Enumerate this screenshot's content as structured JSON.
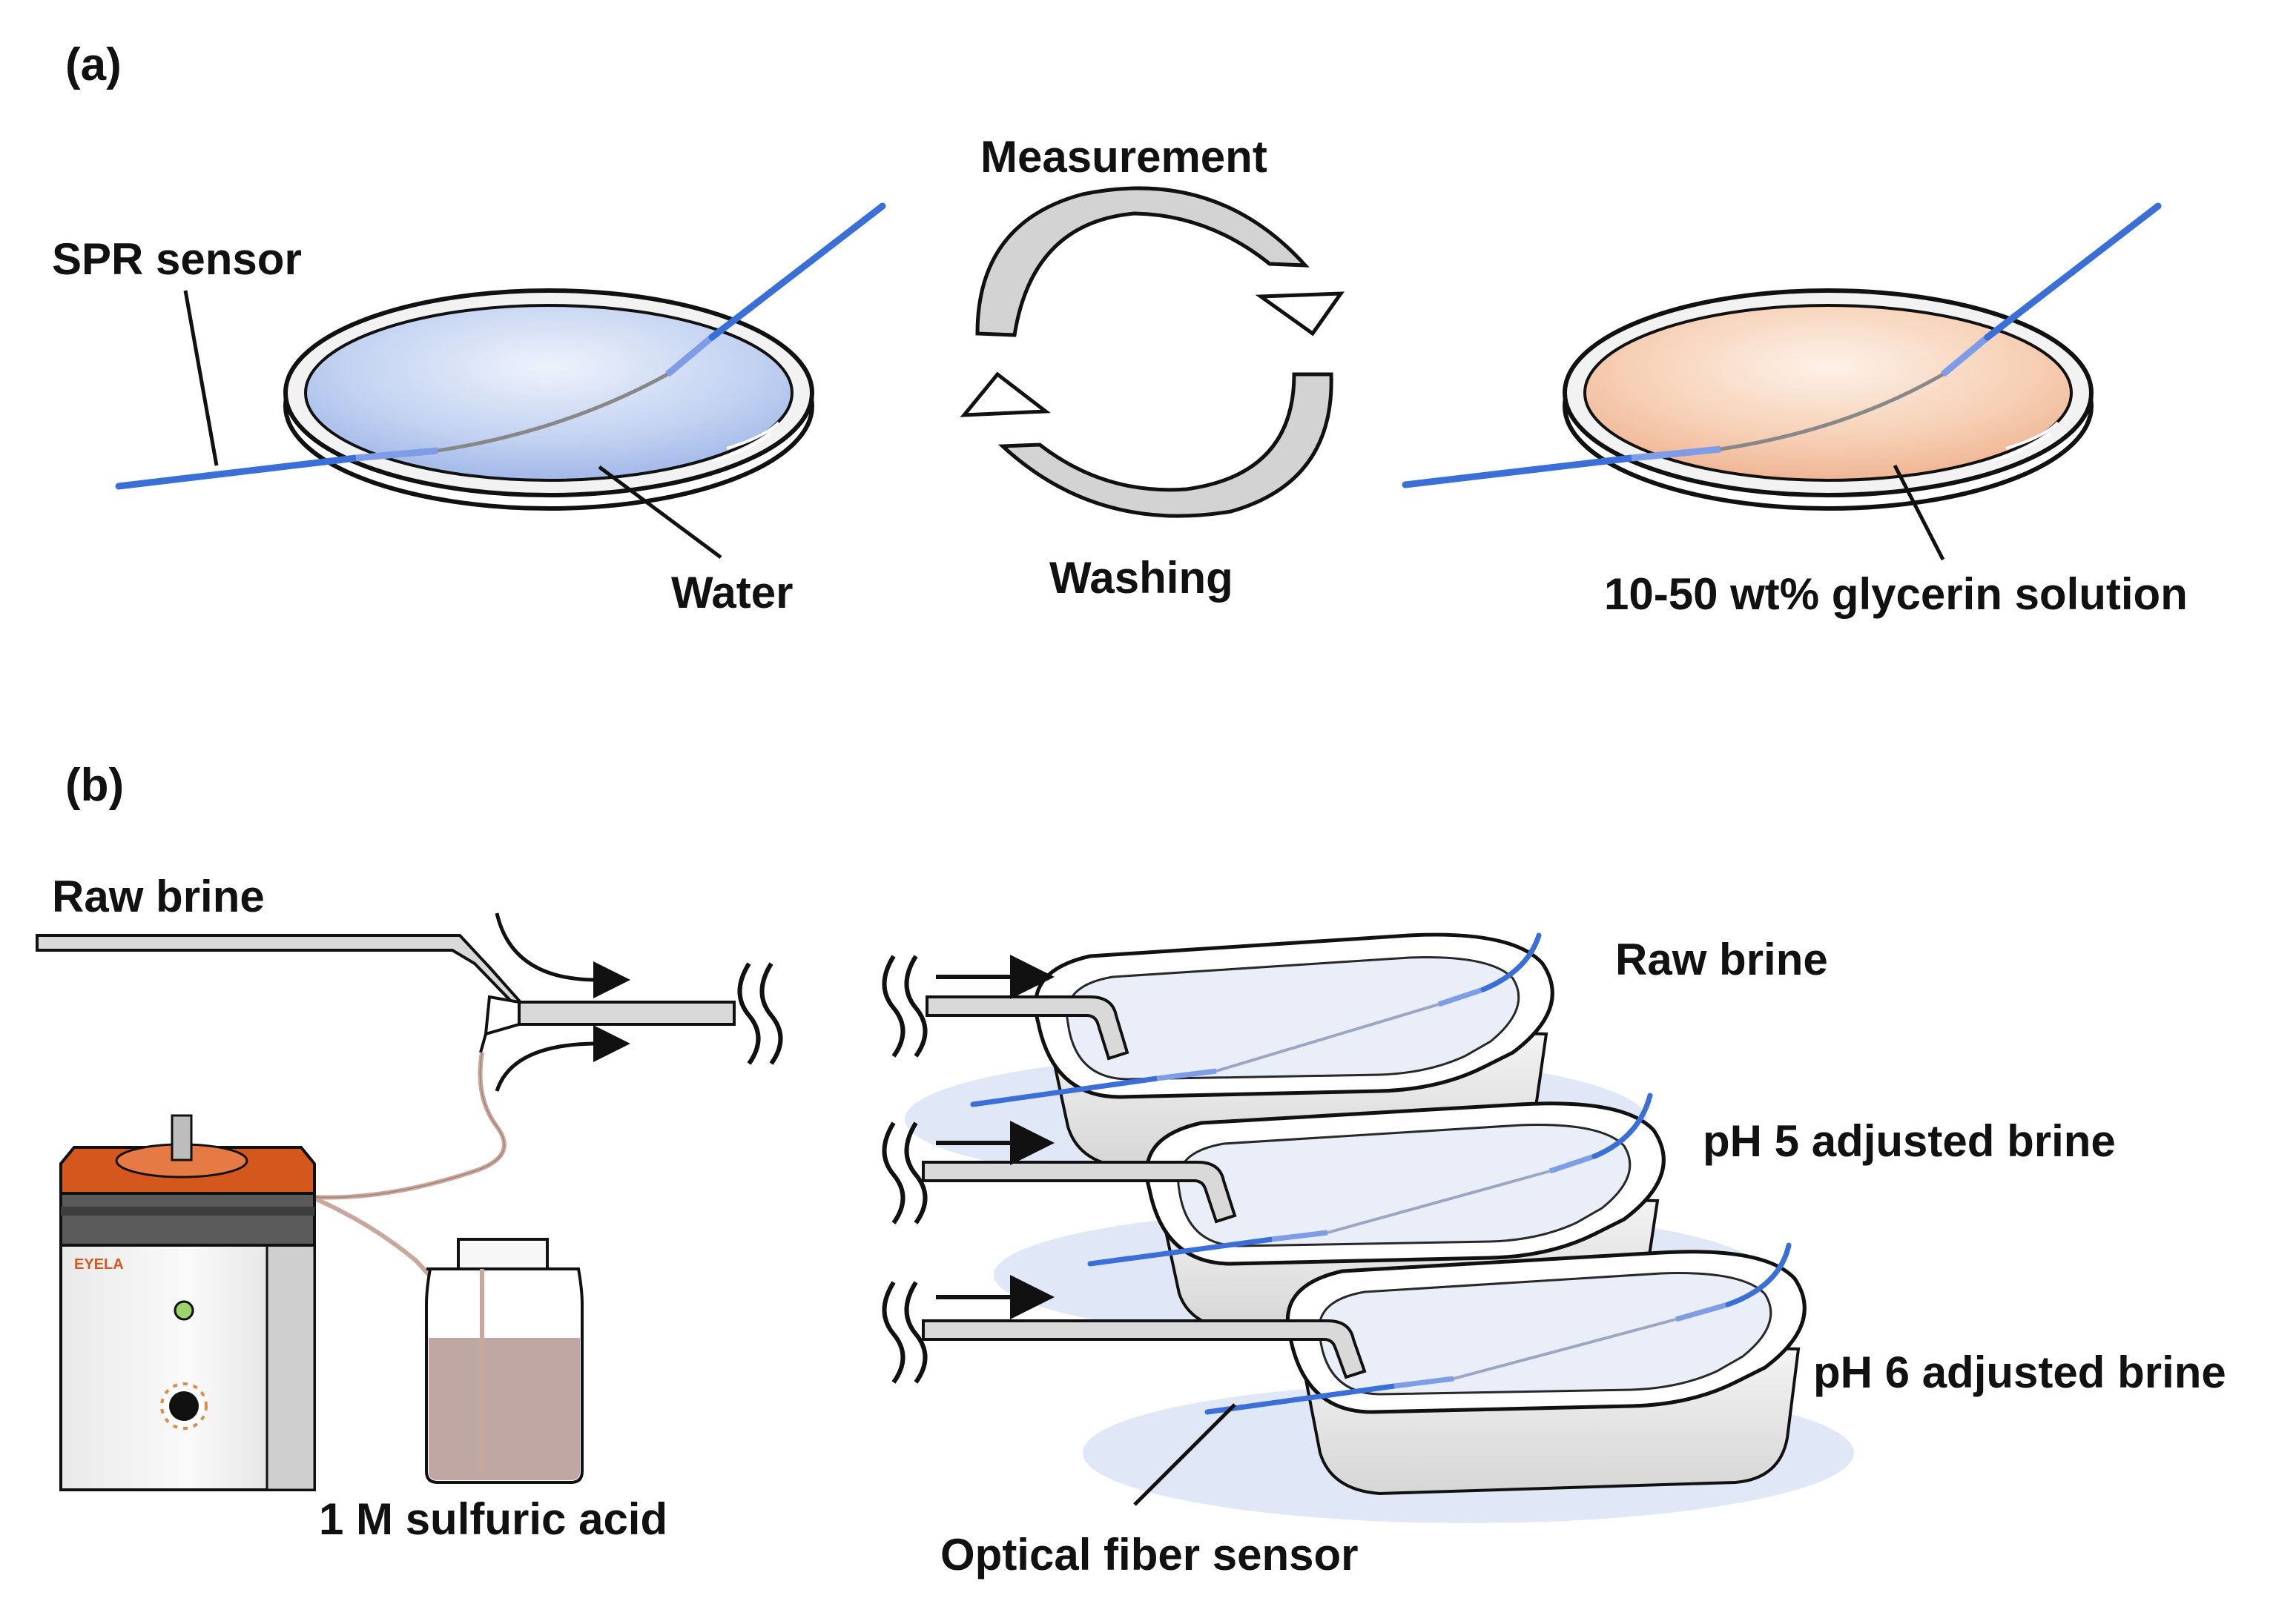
{
  "panel_a": {
    "label": "(a)",
    "sensor_label": "SPR sensor",
    "water_label": "Water",
    "cycle_top": "Measurement",
    "cycle_bottom": "Washing",
    "solution_label": "10-50 wt% glycerin solution"
  },
  "panel_b": {
    "label": "(b)",
    "raw_brine_inlet": "Raw brine",
    "acid_label": "1 M sulfuric acid",
    "pump_brand": "EYELA",
    "tray_labels": [
      "Raw brine",
      "pH 5 adjusted brine",
      "pH 6 adjusted brine"
    ],
    "fiber_label": "Optical fiber sensor"
  },
  "colors": {
    "fiber": "#3a6fd8",
    "water": "#b8c9ee",
    "glycerin": "#f3c5a6",
    "pump_top": "#d4581e",
    "acid": "#bfa7a3",
    "tube": "#c9a79c",
    "tray_shadow": "#dbe4f6"
  }
}
